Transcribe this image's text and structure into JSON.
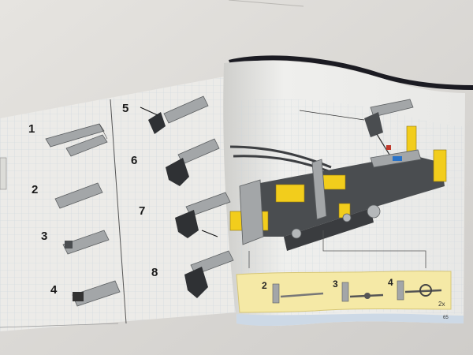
{
  "photo": {
    "subject": "LEGO Technic instruction booklet lying open on a white table",
    "colors": {
      "table": "#d9d7d3",
      "page": "#e9e9e7",
      "grid": "#c9d3dc",
      "brick_grey": "#a3a6a8",
      "brick_dark": "#4a4d50",
      "brick_yellow": "#f2cd1c",
      "strip_yellow": "#f5e9a6",
      "footer_blue": "#cdd9e6",
      "cover_black": "#1b1b22"
    }
  },
  "left_page": {
    "steps": [
      "1",
      "2",
      "3",
      "4",
      "5",
      "6",
      "7",
      "8"
    ]
  },
  "right_page": {
    "sub_steps": [
      "2",
      "3",
      "4"
    ],
    "multiplier": "2x",
    "page_number": "65"
  }
}
